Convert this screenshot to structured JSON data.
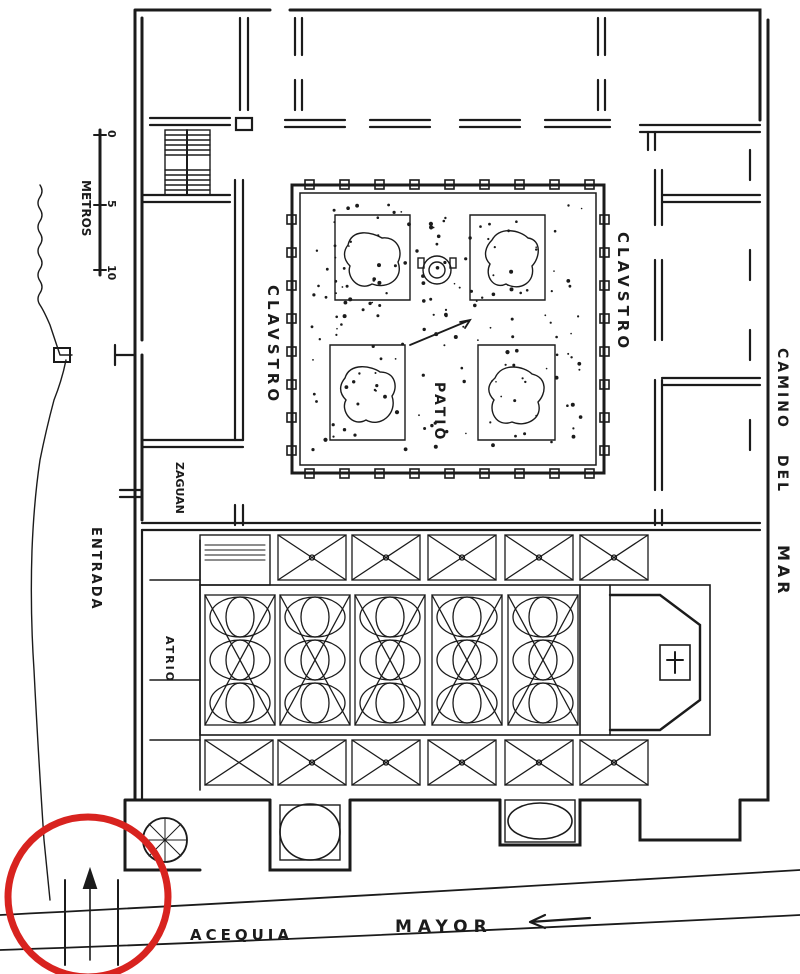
{
  "colors": {
    "ink": "#1b1b1b",
    "paper": "#ffffff",
    "highlight": "#d8231f"
  },
  "scale": {
    "title": "METROS",
    "ticks": [
      "0",
      "5",
      "10"
    ]
  },
  "labels": {
    "claustro_left": "CLAVSTRO",
    "claustro_right": "CLAVSTRO",
    "patio": "PATIO",
    "zaguan": "ZAGUAN",
    "entrada": "ENTRADA",
    "atrio": "ATRIO",
    "camino": "CAMINO",
    "del": "DEL",
    "mar": "MAR",
    "acequia": "ACEQUIA",
    "mayor": "MAYOR"
  },
  "icons": [
    "arrow-up-icon",
    "arrow-left-icon",
    "cross-icon",
    "north-arrow-icon"
  ]
}
